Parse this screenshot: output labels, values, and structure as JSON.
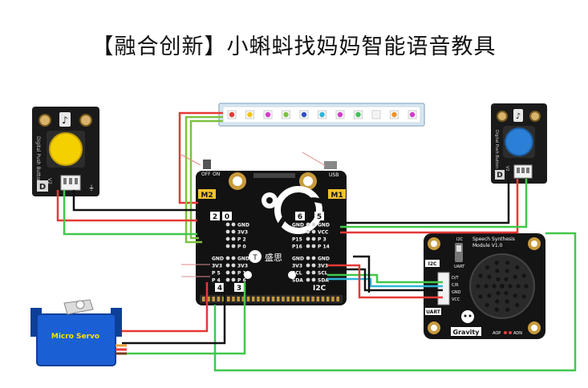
{
  "title": "【融合创新】小蝌蚪找妈妈智能语音教具",
  "button_left": {
    "brand": "Digital Push Button",
    "version": "V2",
    "logo": "D"
  },
  "button_right": {
    "brand": "Digital Push Button",
    "version": "V2",
    "logo": "D"
  },
  "led_strip": {
    "led_colors": [
      "#e53935",
      "#f0c419",
      "#d23cc9",
      "#7cc242",
      "#3050c0",
      "#2fb6d9",
      "#d23cc9",
      "#43c15a",
      "#f2f2f2",
      "#f2932f",
      "#d23cc9"
    ]
  },
  "mainboard": {
    "switch_labels": [
      "OFF",
      "ON"
    ],
    "usb_label": "USB",
    "motor_left": "M2",
    "motor_right": "M1",
    "brand": "盛思",
    "i2c_label": "I2C",
    "port_top_left": [
      "2",
      "0"
    ],
    "port_top_right": [
      "6",
      "5"
    ],
    "port_bottom_left": [
      "4",
      "3"
    ],
    "left_top_pins": [
      "GND",
      "3V3",
      "P 2",
      "P 0"
    ],
    "right_top_pins": [
      "GND",
      "VCC",
      "P 3",
      "P 14"
    ],
    "right_top_ext": [
      "GND",
      "VCC",
      "P15",
      "P16"
    ],
    "left_bottom_pins": [
      "GND",
      "3V3",
      "P 1",
      "P 6"
    ],
    "left_bottom_ext": [
      "GND",
      "3V3",
      "P 5",
      "P 4"
    ],
    "right_bottom_pins": [
      "GND",
      "3V3",
      "SCL",
      "SDA"
    ],
    "right_bottom_ext": [
      "GND",
      "3V3",
      "SCL",
      "SDA"
    ]
  },
  "speech_module": {
    "name_line1": "Speech Synthesis",
    "name_line2": "Module V1.0",
    "i2c": "I2C",
    "uart": "UART",
    "switch_i2c": "I2C",
    "switch_uart": "UART",
    "pins": [
      "D/T",
      "C/R",
      "GND",
      "VCC"
    ],
    "brand": "Gravity",
    "aop": "AOP",
    "adn": "ADN"
  },
  "servo": {
    "label": "Micro Servo"
  }
}
